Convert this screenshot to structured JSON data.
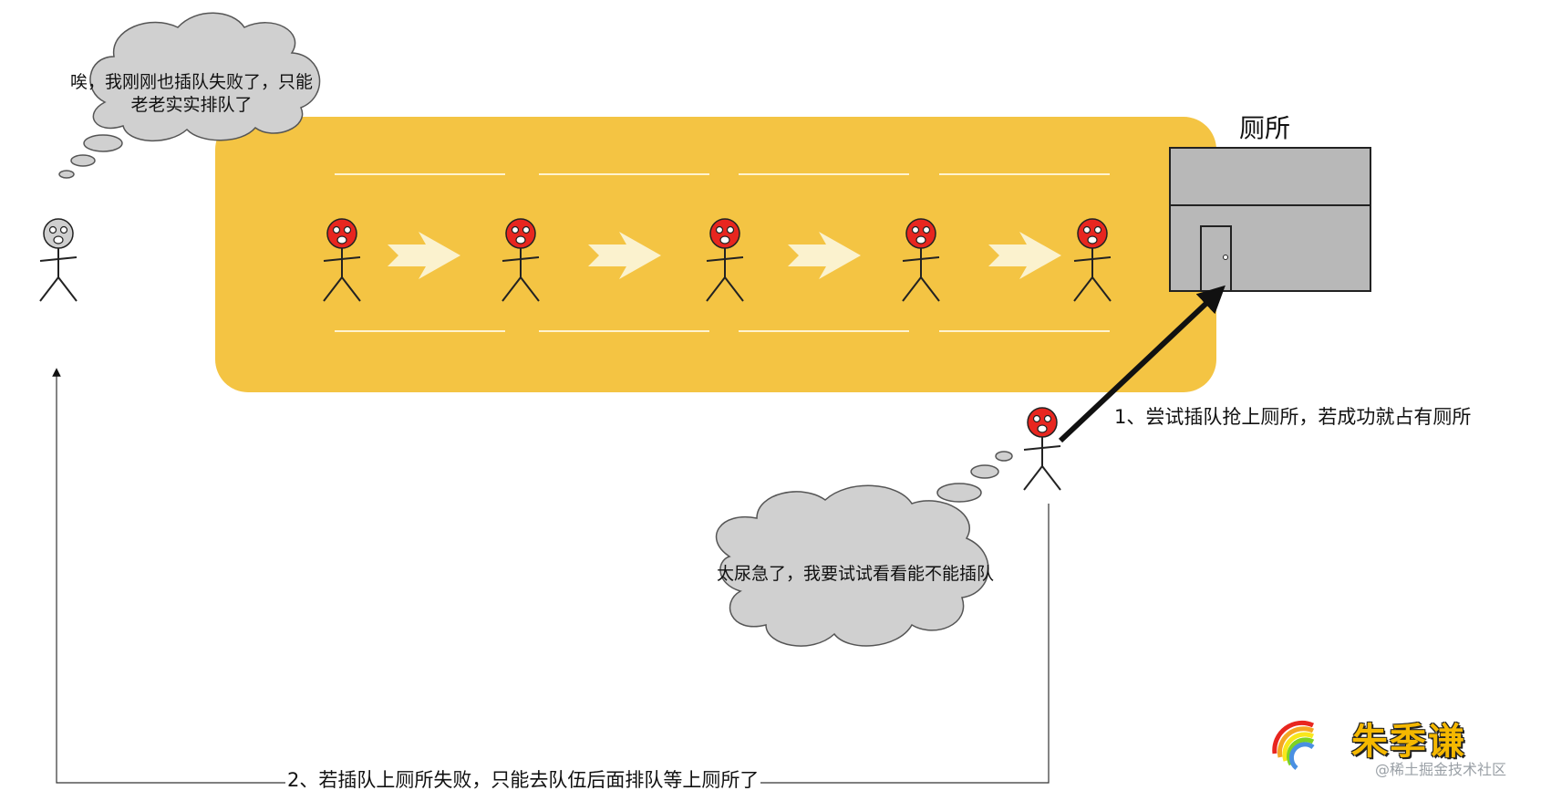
{
  "toilet": {
    "title": "厕所"
  },
  "thoughts": {
    "left_person": "唉，我刚刚也插队失败了，只能老老实实排队了",
    "cutter": "太尿急了，我要试试看看能不能插队"
  },
  "steps": {
    "step1": "1、尝试插队抢上厕所，若成功就占有厕所",
    "step2": "2、若插队上厕所失败，只能去队伍后面排队等上厕所了"
  },
  "watermark": {
    "author": "朱季谦",
    "platform": "@稀土掘金技术社区"
  },
  "colors": {
    "queue_band": "#f4c443",
    "person_head": "#e8261f",
    "waiting_head": "#cfcfcf",
    "cloud": "#d0d0d0",
    "toilet": "#b8b8b8"
  },
  "icons": [
    "stick-figure-icon",
    "thought-cloud-icon",
    "door-icon",
    "arrow-icon",
    "rainbow-icon"
  ]
}
